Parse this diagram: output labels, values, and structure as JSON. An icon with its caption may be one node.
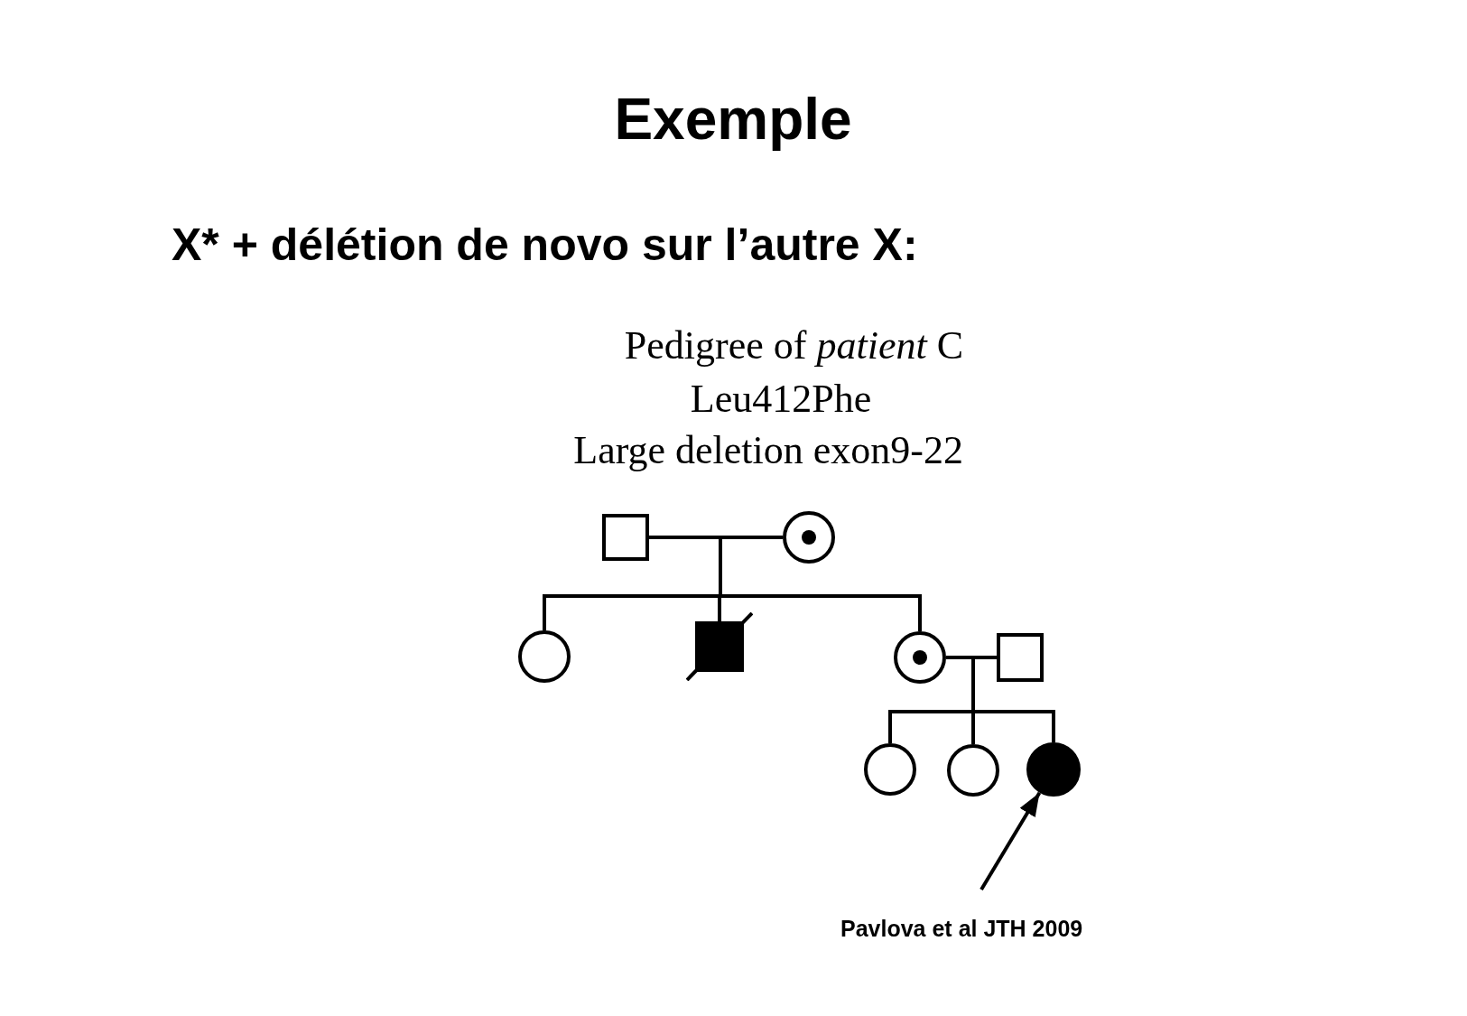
{
  "diagram": {
    "title": "Exemple",
    "nodes": [
      {
        "text": [],
        "shape": "square"
      },
      {
        "text": [],
        "shape": "circle"
      },
      {
        "text": [],
        "shape": "circle"
      },
      {
        "text": [],
        "shape": "square"
      },
      {
        "text": [],
        "shape": "circle"
      },
      {
        "text": [],
        "shape": "square"
      },
      {
        "text": [],
        "shape": "circle"
      },
      {
        "text": [],
        "shape": "circle"
      },
      {
        "text": [],
        "shape": "circle"
      }
    ],
    "edges": [
      {
        "from": 0,
        "to": 1,
        "arrow": "none"
      },
      {
        "from": 0,
        "to": 2,
        "arrow": "none"
      },
      {
        "from": 0,
        "to": 3,
        "arrow": "none"
      },
      {
        "from": 0,
        "to": 4,
        "arrow": "none"
      },
      {
        "from": 1,
        "to": 2,
        "arrow": "none"
      },
      {
        "from": 1,
        "to": 3,
        "arrow": "none"
      },
      {
        "from": 1,
        "to": 4,
        "arrow": "none"
      },
      {
        "from": 4,
        "to": 5,
        "arrow": "none"
      },
      {
        "from": 4,
        "to": 6,
        "arrow": "none"
      },
      {
        "from": 4,
        "to": 7,
        "arrow": "none"
      },
      {
        "from": 4,
        "to": 8,
        "arrow": "none"
      },
      {
        "from": 5,
        "to": 6,
        "arrow": "none"
      },
      {
        "from": 5,
        "to": 7,
        "arrow": "none"
      },
      {
        "from": 5,
        "to": 8,
        "arrow": "none"
      },
      {
        "from": null,
        "to": 8,
        "arrow": "to"
      }
    ],
    "labels": [
      "X* + délétion de novo sur l’autre X:",
      "Pedigree of *patient* C",
      "Leu412Phe",
      "Large deletion exon9-22",
      "Pavlova et al JTH 2009"
    ]
  }
}
